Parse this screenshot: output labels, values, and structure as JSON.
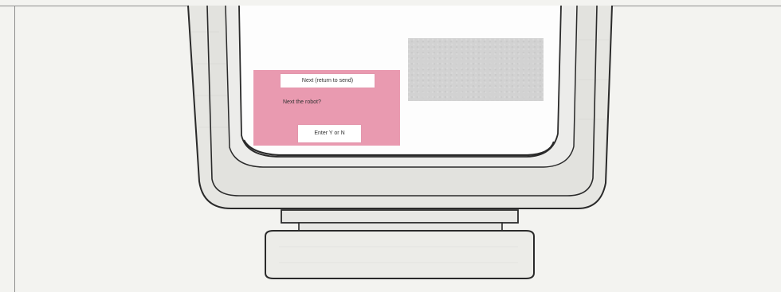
{
  "screen": {
    "prompt_top": "Next (return to send)",
    "question": "Next the robot?",
    "prompt_bottom": "Enter Y or N"
  },
  "colors": {
    "pink_panel": "#e99ab0",
    "gray_box": "#d2d2d2",
    "monitor_fill": "#e7e7e4",
    "outline": "#333333"
  }
}
